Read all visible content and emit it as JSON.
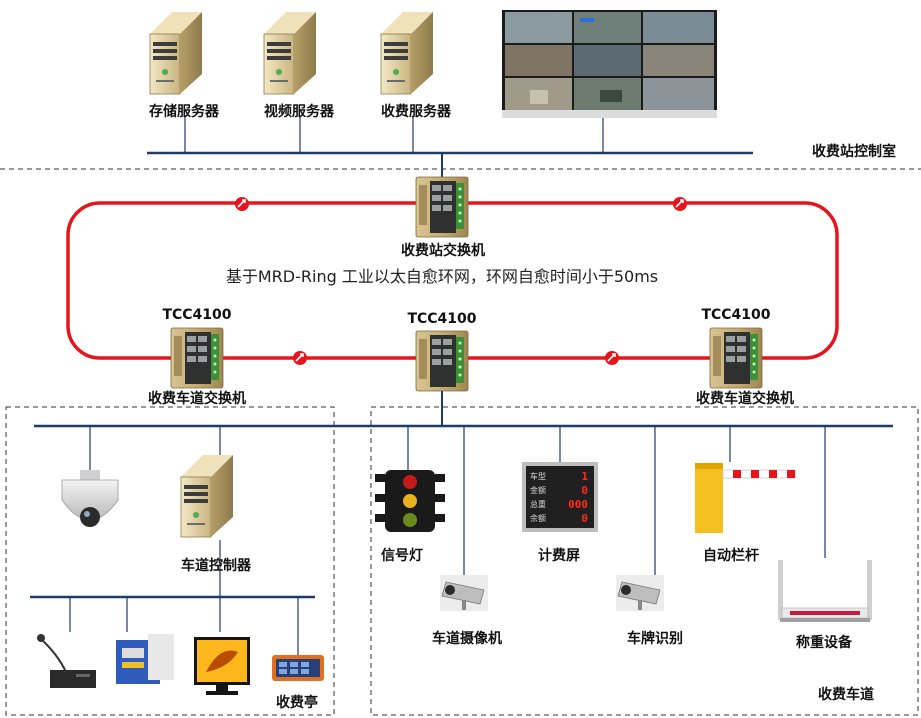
{
  "control_room": {
    "storage_server": "存储服务器",
    "video_server": "视频服务器",
    "toll_server": "收费服务器",
    "zone_label": "收费站控制室"
  },
  "ring": {
    "station_switch": "收费站交换机",
    "description": "基于MRD-Ring 工业以太自愈环网，环网自愈时间小于50ms",
    "tcc_left": "TCC4100",
    "tcc_center": "TCC4100",
    "tcc_right": "TCC4100",
    "lane_switch_left": "收费车道交换机",
    "lane_switch_right": "收费车道交换机"
  },
  "booth_zone": {
    "lane_controller": "车道控制器",
    "zone_label": "收费亭"
  },
  "lane_zone": {
    "signal_light": "信号灯",
    "lane_camera": "车道摄像机",
    "fee_display": "计费屏",
    "plate_recognition": "车牌识别",
    "auto_barrier": "自动栏杆",
    "weighing": "称重设备",
    "zone_label": "收费车道"
  },
  "fee_screen_rows": [
    {
      "label": "车型",
      "value": "1"
    },
    {
      "label": "金额",
      "value": "0"
    },
    {
      "label": "总重",
      "value": "000"
    },
    {
      "label": "余额",
      "value": "0"
    }
  ],
  "colors": {
    "ring": "#e8141b",
    "bus": "#1f3a6b",
    "dashed": "#333333",
    "server_body": "#d9c79a",
    "switch_body": "#c9b27c"
  }
}
